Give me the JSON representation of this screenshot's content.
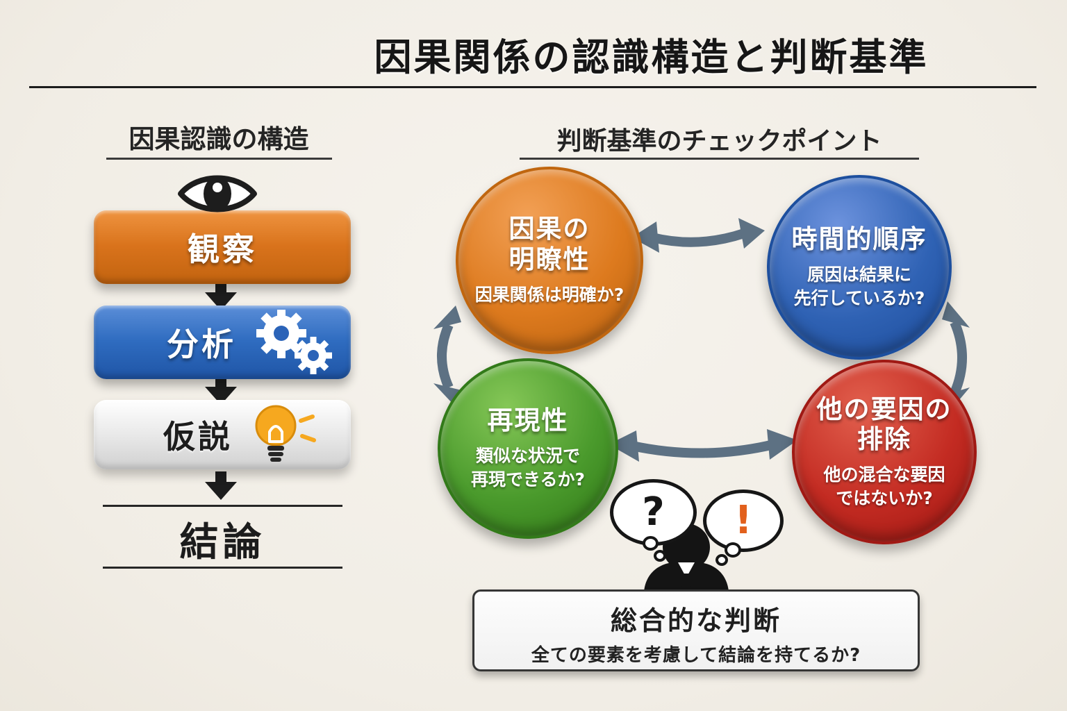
{
  "title": "因果関係の認識構造と判断基準",
  "colors": {
    "accent_orange": "#dd7a1e",
    "accent_blue": "#2f62b4",
    "accent_green": "#4a9a2c",
    "accent_red": "#c32b22",
    "connector_gray": "#5d7183",
    "exclamation_orange": "#e2601c",
    "background": "#f1ede5"
  },
  "left_panel": {
    "heading": "因果認識の構造",
    "steps": [
      {
        "label": "観察",
        "icon": "eye-icon",
        "color": "orange"
      },
      {
        "label": "分析",
        "icon": "gears-icon",
        "color": "blue"
      },
      {
        "label": "仮説",
        "icon": "lightbulb-icon",
        "color": "gray"
      }
    ],
    "conclusion_label": "結論"
  },
  "right_panel": {
    "heading": "判断基準のチェックポイント",
    "checkpoints": [
      {
        "id": "clarity",
        "color": "orange",
        "title": "因果の\n明瞭性",
        "subtitle": "因果関係は明確か?"
      },
      {
        "id": "temporal-order",
        "color": "blue",
        "title": "時間的順序",
        "subtitle": "原因は結果に\n先行しているか?"
      },
      {
        "id": "reproducibility",
        "color": "green",
        "title": "再現性",
        "subtitle": "類似な状況で\n再現できるか?"
      },
      {
        "id": "exclusion-of-other-factors",
        "color": "red",
        "title": "他の要因の\n排除",
        "subtitle": "他の混合な要因\nではないか?"
      }
    ]
  },
  "thinker": {
    "question_mark": "?",
    "exclamation_mark": "!"
  },
  "conclusion_box": {
    "title": "総合的な判断",
    "subtitle": "全ての要素を考慮して結論を持てるか?"
  }
}
